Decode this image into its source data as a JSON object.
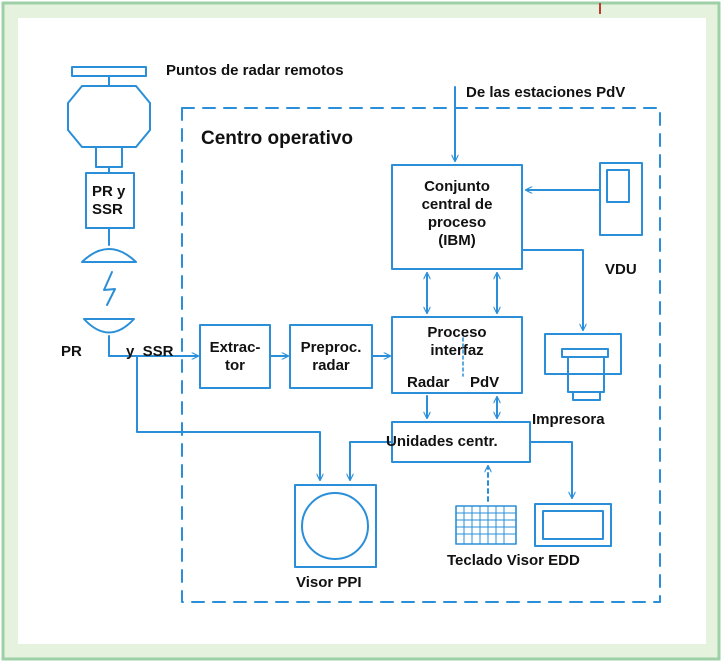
{
  "colors": {
    "frame_border": "#9ed0a8",
    "frame_fill": "#e5f2dd",
    "panel": "#ffffff",
    "line": "#2a8fd8",
    "text": "#111111",
    "top_right_mark": "#c0392b"
  },
  "labels": {
    "remote_radars": "Puntos de radar remotos",
    "from_stations": "De las estaciones PdV",
    "ops_centre": "Centro operativo",
    "pr_ssr_box": [
      "PR y",
      "SSR"
    ],
    "pr": "PR",
    "y_ssr": "y  SSR",
    "extractor": [
      "Extrac-",
      "tor"
    ],
    "preproc": [
      "Preproc.",
      "radar"
    ],
    "cpu": [
      "Conjunto",
      "central de",
      "proceso",
      "(IBM)"
    ],
    "vdu": "VDU",
    "interface": [
      "Proceso",
      "interfaz"
    ],
    "interface_radar": "Radar",
    "interface_pdv": "PdV",
    "printer": "Impresora",
    "central_units": "Unidades centr.",
    "ppi": "Visor PPI",
    "keyboard_edd": "Teclado Visor EDD"
  }
}
